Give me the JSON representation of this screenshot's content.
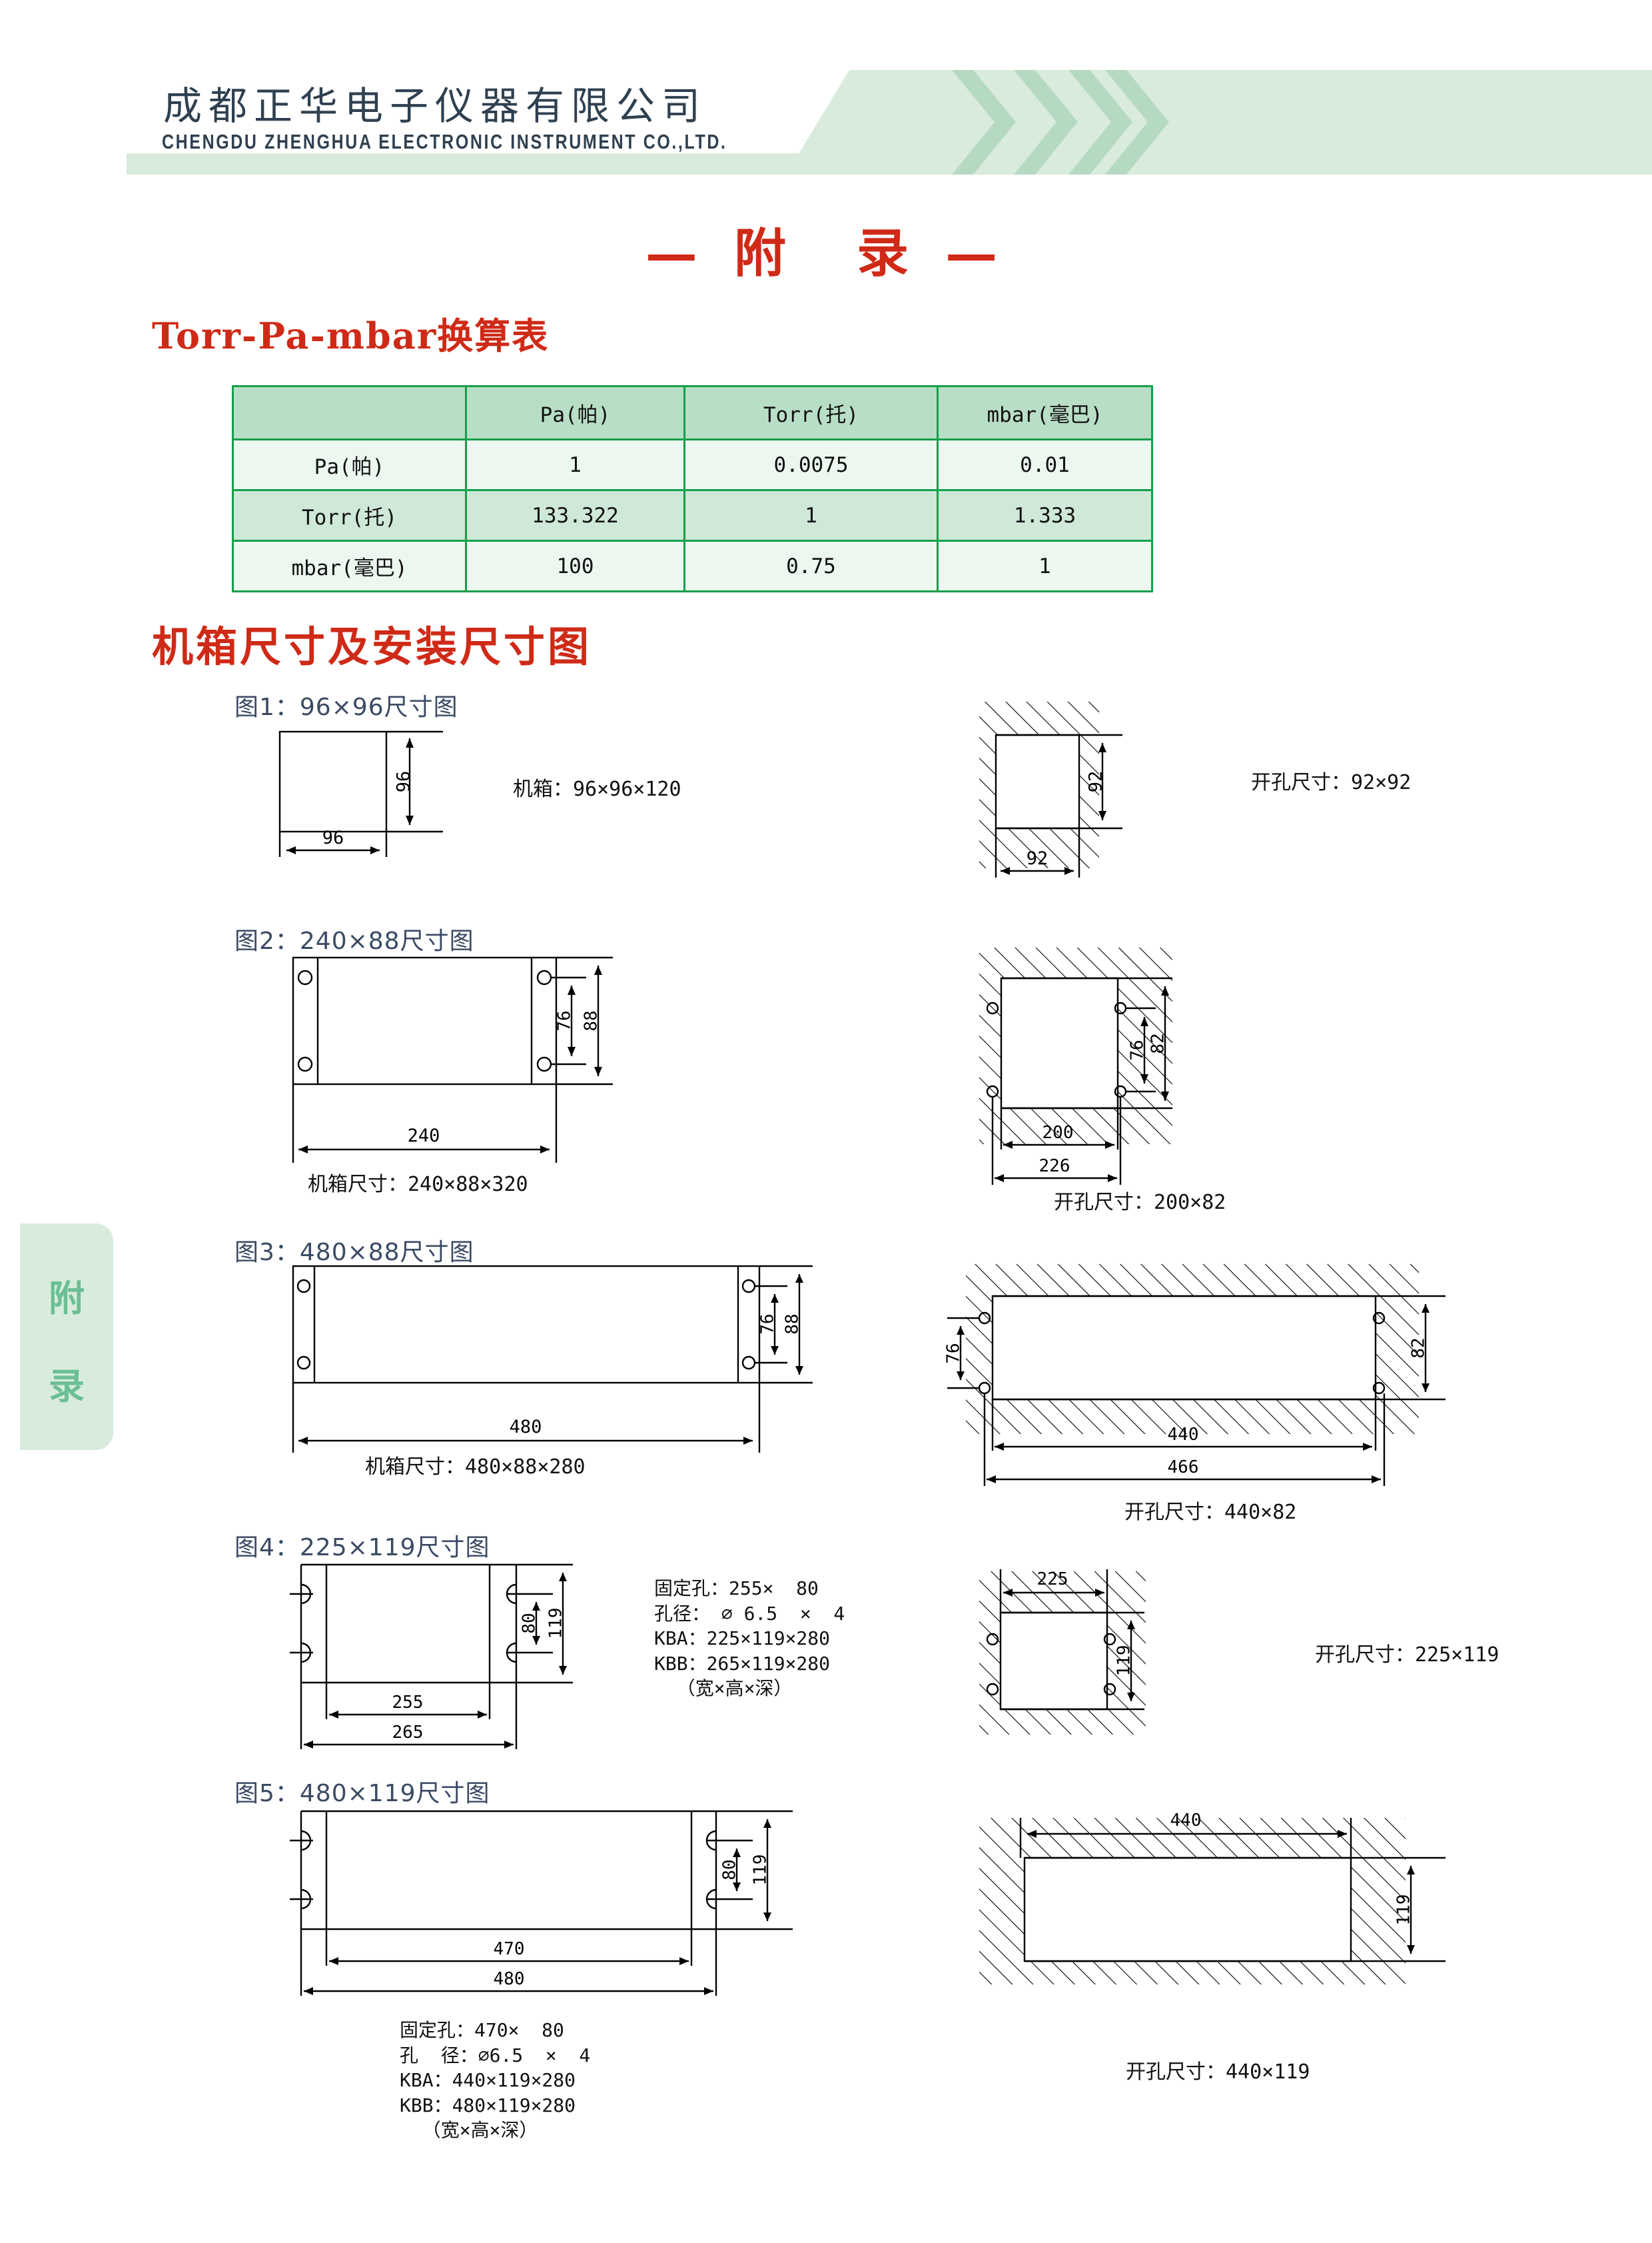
{
  "header": {
    "company_cn": "成都正华电子仪器有限公司",
    "company_en": "CHENGDU ZHENGHUA ELECTRONIC INSTRUMENT CO.,LTD.",
    "band_color": "#d8ebdd",
    "chevron_color": "#b6d9c2",
    "text_color": "#2f4050"
  },
  "side_tab": {
    "char_1": "附",
    "char_2": "录",
    "bg_color": "#d8ecdd",
    "text_color": "#6cbf93"
  },
  "page_title": "— 附　录 —",
  "sections": {
    "conversion_heading": "Torr-Pa-mbar换算表",
    "dimensions_heading": "机箱尺寸及安装尺寸图",
    "heading_color": "#cf2a17"
  },
  "chart_data": {
    "type": "table",
    "title": "Torr-Pa-mbar换算表",
    "columns": [
      "",
      "Pa(帕)",
      "Torr(托)",
      "mbar(毫巴)"
    ],
    "rows": [
      {
        "label": "Pa(帕)",
        "values": [
          "1",
          "0.0075",
          "0.01"
        ]
      },
      {
        "label": "Torr(托)",
        "values": [
          "133.322",
          "1",
          "1.333"
        ]
      },
      {
        "label": "mbar(毫巴)",
        "values": [
          "100",
          "0.75",
          "1"
        ]
      }
    ],
    "header_bg": "#b9dec6",
    "row_bg_odd": "#ecf7f0",
    "row_bg_even": "#cfe8d8",
    "border_color": "#13a04a"
  },
  "figures": [
    {
      "id": "fig1",
      "label": "图1：96×96尺寸图",
      "left_drawing": {
        "width_dim": "96",
        "height_dim": "96"
      },
      "left_note": "机箱：96×96×120",
      "right_drawing": {
        "width_dim": "92",
        "height_dim": "92"
      },
      "right_note": "开孔尺寸：92×92"
    },
    {
      "id": "fig2",
      "label": "图2：240×88尺寸图",
      "left_drawing": {
        "width_dim": "240",
        "height_dim": "88",
        "hole_dim": "76"
      },
      "left_note": "机箱尺寸：240×88×320",
      "right_drawing": {
        "width_dim": "200",
        "outer_width_dim": "226",
        "height_dim": "82",
        "hole_dim": "76"
      },
      "right_note": "开孔尺寸：200×82"
    },
    {
      "id": "fig3",
      "label": "图3：480×88尺寸图",
      "left_drawing": {
        "width_dim": "480",
        "height_dim": "88",
        "hole_dim": "76"
      },
      "left_note": "机箱尺寸：480×88×280",
      "right_drawing": {
        "width_dim": "440",
        "outer_width_dim": "466",
        "height_dim": "82",
        "hole_dim": "76"
      },
      "right_note": "开孔尺寸：440×82"
    },
    {
      "id": "fig4",
      "label": "图4：225×119尺寸图",
      "left_drawing": {
        "width_dim": "255",
        "outer_width_dim": "265",
        "height_dim": "119",
        "hole_dim": "80"
      },
      "left_note": "固定孔：255×  80\n孔径： ⌀ 6.5  ×  4\nKBA：225×119×280\nKBB：265×119×280\n  （宽×高×深）",
      "right_drawing": {
        "width_dim": "225",
        "height_dim": "119"
      },
      "right_note": "开孔尺寸：225×119"
    },
    {
      "id": "fig5",
      "label": "图5：480×119尺寸图",
      "left_drawing": {
        "width_dim": "470",
        "outer_width_dim": "480",
        "height_dim": "119",
        "hole_dim": "80"
      },
      "left_note": "固定孔：470×  80\n孔  径：⌀6.5  ×  4\nKBA：440×119×280\nKBB：480×119×280\n  （宽×高×深）",
      "right_drawing": {
        "width_dim": "440",
        "height_dim": "119"
      },
      "right_note": "开孔尺寸：440×119"
    }
  ]
}
